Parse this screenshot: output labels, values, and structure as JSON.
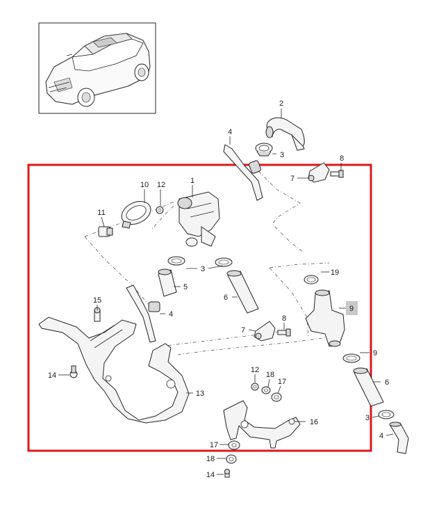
{
  "callouts": [
    {
      "id": "c-2a",
      "text": "2"
    },
    {
      "id": "c-4a",
      "text": "4"
    },
    {
      "id": "c-3a",
      "text": "3"
    },
    {
      "id": "c-8a",
      "text": "8"
    },
    {
      "id": "c-7a",
      "text": "7"
    },
    {
      "id": "c-10",
      "text": "10"
    },
    {
      "id": "c-12a",
      "text": "12"
    },
    {
      "id": "c-1",
      "text": "1"
    },
    {
      "id": "c-11",
      "text": "11"
    },
    {
      "id": "c-3b",
      "text": "3"
    },
    {
      "id": "c-19",
      "text": "19"
    },
    {
      "id": "c-5",
      "text": "5"
    },
    {
      "id": "c-6a",
      "text": "6"
    },
    {
      "id": "c-15",
      "text": "15"
    },
    {
      "id": "c-4b",
      "text": "4"
    },
    {
      "id": "c-9a",
      "text": "9"
    },
    {
      "id": "c-8b",
      "text": "8"
    },
    {
      "id": "c-7b",
      "text": "7"
    },
    {
      "id": "c-9b",
      "text": "9"
    },
    {
      "id": "c-14a",
      "text": "14"
    },
    {
      "id": "c-12b",
      "text": "12"
    },
    {
      "id": "c-18a",
      "text": "18"
    },
    {
      "id": "c-17a",
      "text": "17"
    },
    {
      "id": "c-6b",
      "text": "6"
    },
    {
      "id": "c-13",
      "text": "13"
    },
    {
      "id": "c-3c",
      "text": "3"
    },
    {
      "id": "c-16",
      "text": "16"
    },
    {
      "id": "c-4c",
      "text": "4"
    },
    {
      "id": "c-17b",
      "text": "17"
    },
    {
      "id": "c-18b",
      "text": "18"
    },
    {
      "id": "c-14b",
      "text": "14"
    }
  ],
  "colors": {
    "frame": "#e0161b",
    "line": "#222222",
    "highlight": "#c8c8c8"
  }
}
